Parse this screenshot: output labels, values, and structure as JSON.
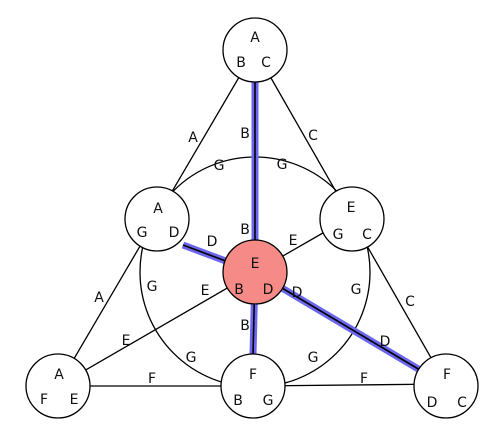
{
  "colors": {
    "node_fill": "#ffffff",
    "center_fill": "#f58a87",
    "highlight": "#6b66ee",
    "line": "#000000"
  },
  "nodes": [
    {
      "id": "top",
      "title": "A",
      "left": "B",
      "right": "C"
    },
    {
      "id": "mid_l",
      "title": "A",
      "left": "G",
      "right": "D"
    },
    {
      "id": "mid_r",
      "title": "E",
      "left": "G",
      "right": "C"
    },
    {
      "id": "center",
      "title": "E",
      "left": "B",
      "right": "D"
    },
    {
      "id": "bot_l",
      "title": "A",
      "left": "F",
      "right": "E"
    },
    {
      "id": "bot_m",
      "title": "F",
      "left": "B",
      "right": "G"
    },
    {
      "id": "bot_r",
      "title": "F",
      "left": "D",
      "right": "C"
    }
  ],
  "edge_labels": {
    "top_to_botl": "A",
    "top_to_botr": "C",
    "top_to_center": "B",
    "ring_top_left": "G",
    "ring_top_right": "G",
    "ring_left": "G",
    "ring_right": "G",
    "ring_bottom_left": "G",
    "ring_bottom_right": "G",
    "center_near_top": "B",
    "center_near_midl": "D",
    "center_near_midr": "E",
    "center_near_botl": "E",
    "center_near_botm": "B",
    "center_near_botr": "D",
    "midl_to_botl": "A",
    "botl_diag": "E",
    "botl_to_botm": "F",
    "botm_to_botr": "F",
    "midr_to_botr": "C",
    "center_to_botr": "D"
  }
}
